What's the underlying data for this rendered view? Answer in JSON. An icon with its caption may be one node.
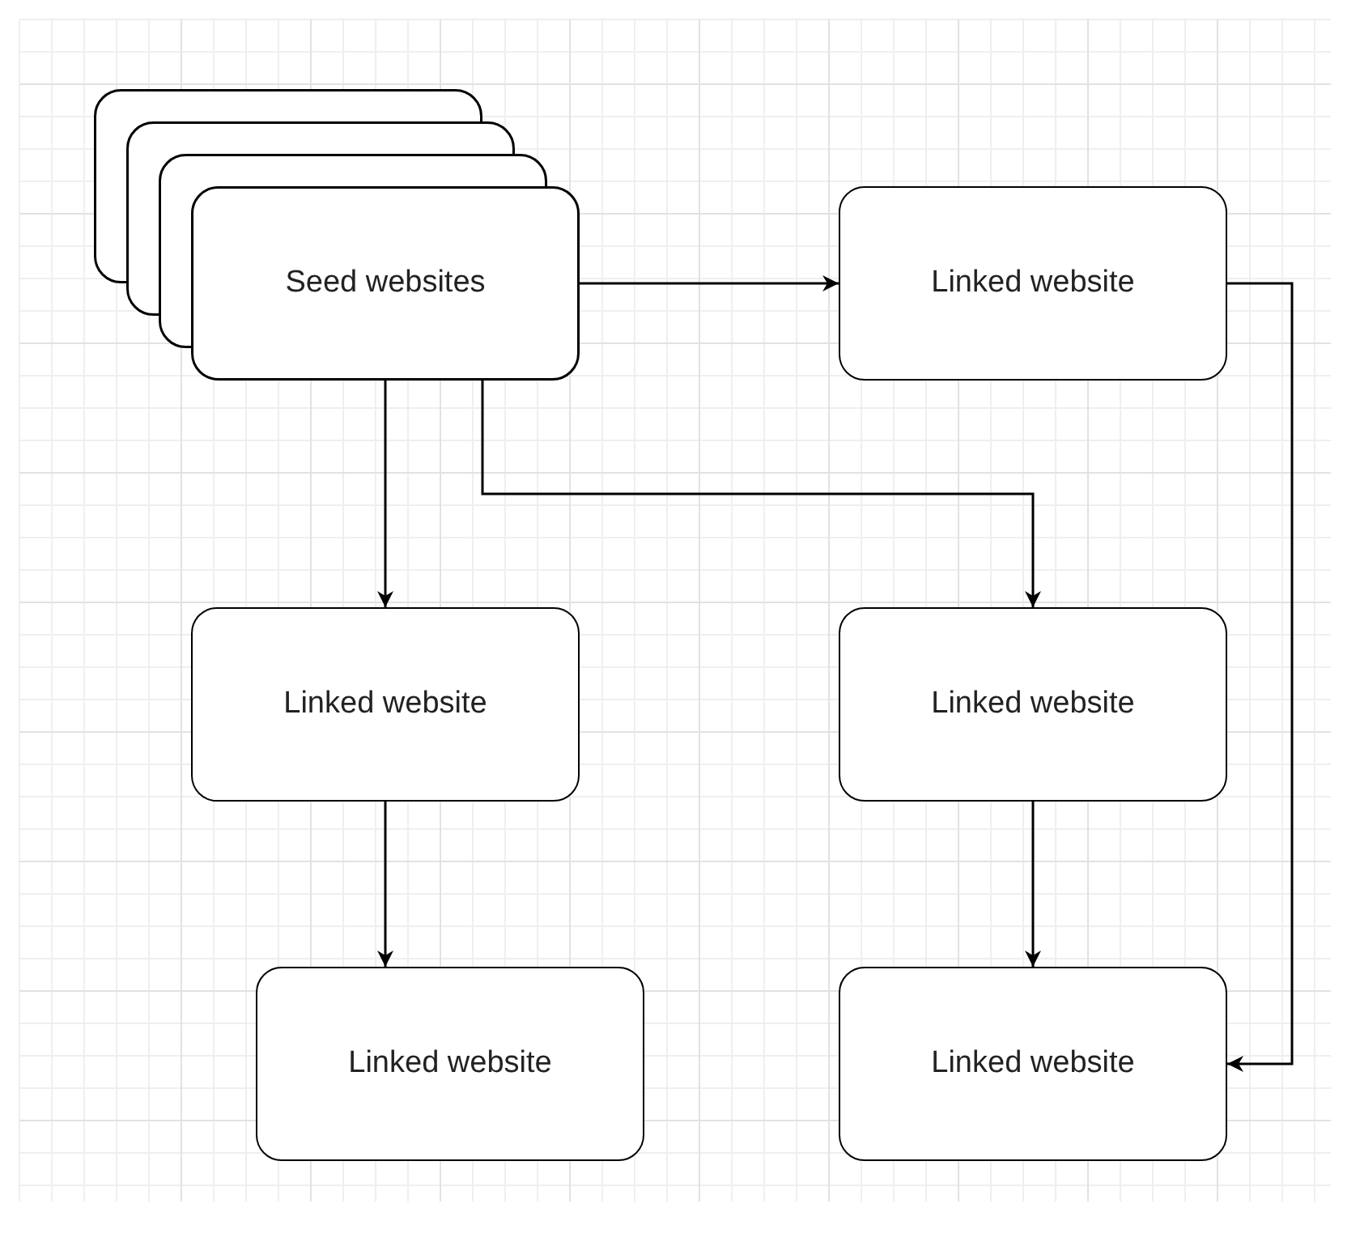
{
  "diagram": {
    "nodes": [
      {
        "text": [
          "Seed websites"
        ]
      },
      {
        "text": [
          "Linked website"
        ]
      },
      {
        "text": [
          "Linked website"
        ]
      },
      {
        "text": [
          "Linked website"
        ]
      },
      {
        "text": [
          "Linked website"
        ]
      },
      {
        "text": [
          "Linked website"
        ]
      }
    ],
    "edges": [
      {
        "from": 0,
        "to": 1,
        "arrow": "to"
      },
      {
        "from": 0,
        "to": 2,
        "arrow": "to"
      },
      {
        "from": 0,
        "to": 3,
        "arrow": "to"
      },
      {
        "from": 2,
        "to": 4,
        "arrow": "to"
      },
      {
        "from": 3,
        "to": 5,
        "arrow": "to"
      },
      {
        "from": 1,
        "to": 5,
        "arrow": "to"
      }
    ]
  }
}
